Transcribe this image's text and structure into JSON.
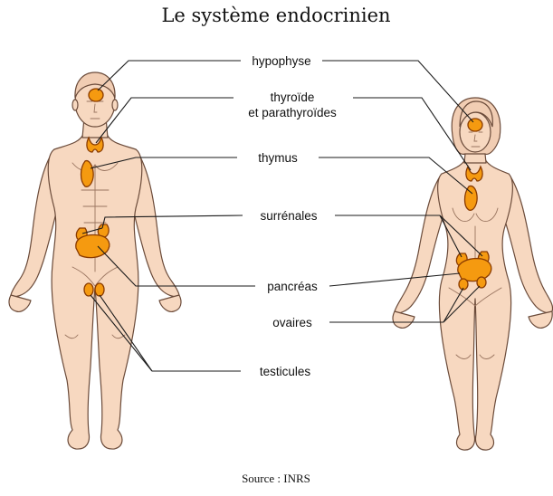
{
  "title": "Le système endocrinien",
  "labels": {
    "hypophyse": "hypophyse",
    "thyroide_line1": "thyroïde",
    "thyroide_line2": "et parathyroïdes",
    "thymus": "thymus",
    "surrenales": "surrénales",
    "pancreas": "pancréas",
    "ovaires": "ovaires",
    "testicules": "testicules"
  },
  "source": "Source : INRS",
  "colors": {
    "skin": "#f7d8c0",
    "outline": "#6b4b3a",
    "gland": "#f59a10",
    "leader_line": "#1a1a1a"
  }
}
